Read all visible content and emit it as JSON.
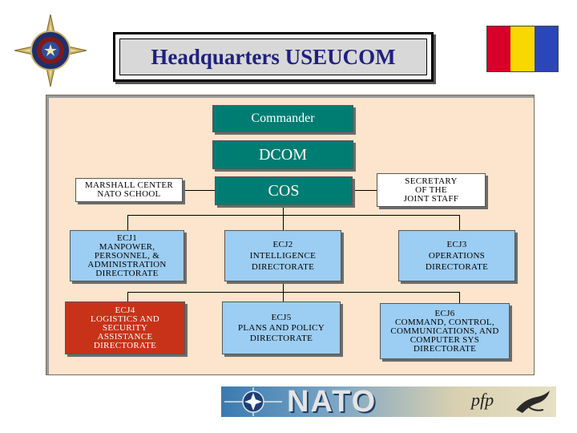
{
  "header": {
    "title": "Headquarters USEUCOM"
  },
  "flag": {
    "colors": [
      "#d8002a",
      "#f8d800",
      "#2a46b8"
    ]
  },
  "chart": {
    "commander": "Commander",
    "dcom": "DCOM",
    "cos": "COS",
    "marshall": [
      "MARSHALL CENTER",
      "NATO SCHOOL"
    ],
    "sjs": [
      "SECRETARY",
      "OF THE",
      "JOINT STAFF"
    ],
    "ecj1": [
      "ECJ1",
      "MANPOWER,",
      "PERSONNEL, &",
      "ADMINISTRATION",
      "DIRECTORATE"
    ],
    "ecj2": [
      "ECJ2",
      "INTELLIGENCE",
      "DIRECTORATE"
    ],
    "ecj3": [
      "ECJ3",
      "OPERATIONS",
      "DIRECTORATE"
    ],
    "ecj4": [
      "ECJ4",
      "LOGISTICS AND",
      "SECURITY",
      "ASSISTANCE",
      "DIRECTORATE"
    ],
    "ecj5": [
      "ECJ5",
      "PLANS AND POLICY",
      "DIRECTORATE"
    ],
    "ecj6": [
      "ECJ6",
      "COMMAND, CONTROL,",
      "COMMUNICATIONS, AND",
      "COMPUTER SYS",
      "DIRECTORATE"
    ]
  },
  "footer": {
    "nato": "NATO",
    "pfp": "pfp"
  },
  "icons": {
    "emblem": "useucom-seal-icon",
    "nato_star": "nato-compass-star-icon",
    "pfp_bird": "pfp-bird-icon"
  }
}
